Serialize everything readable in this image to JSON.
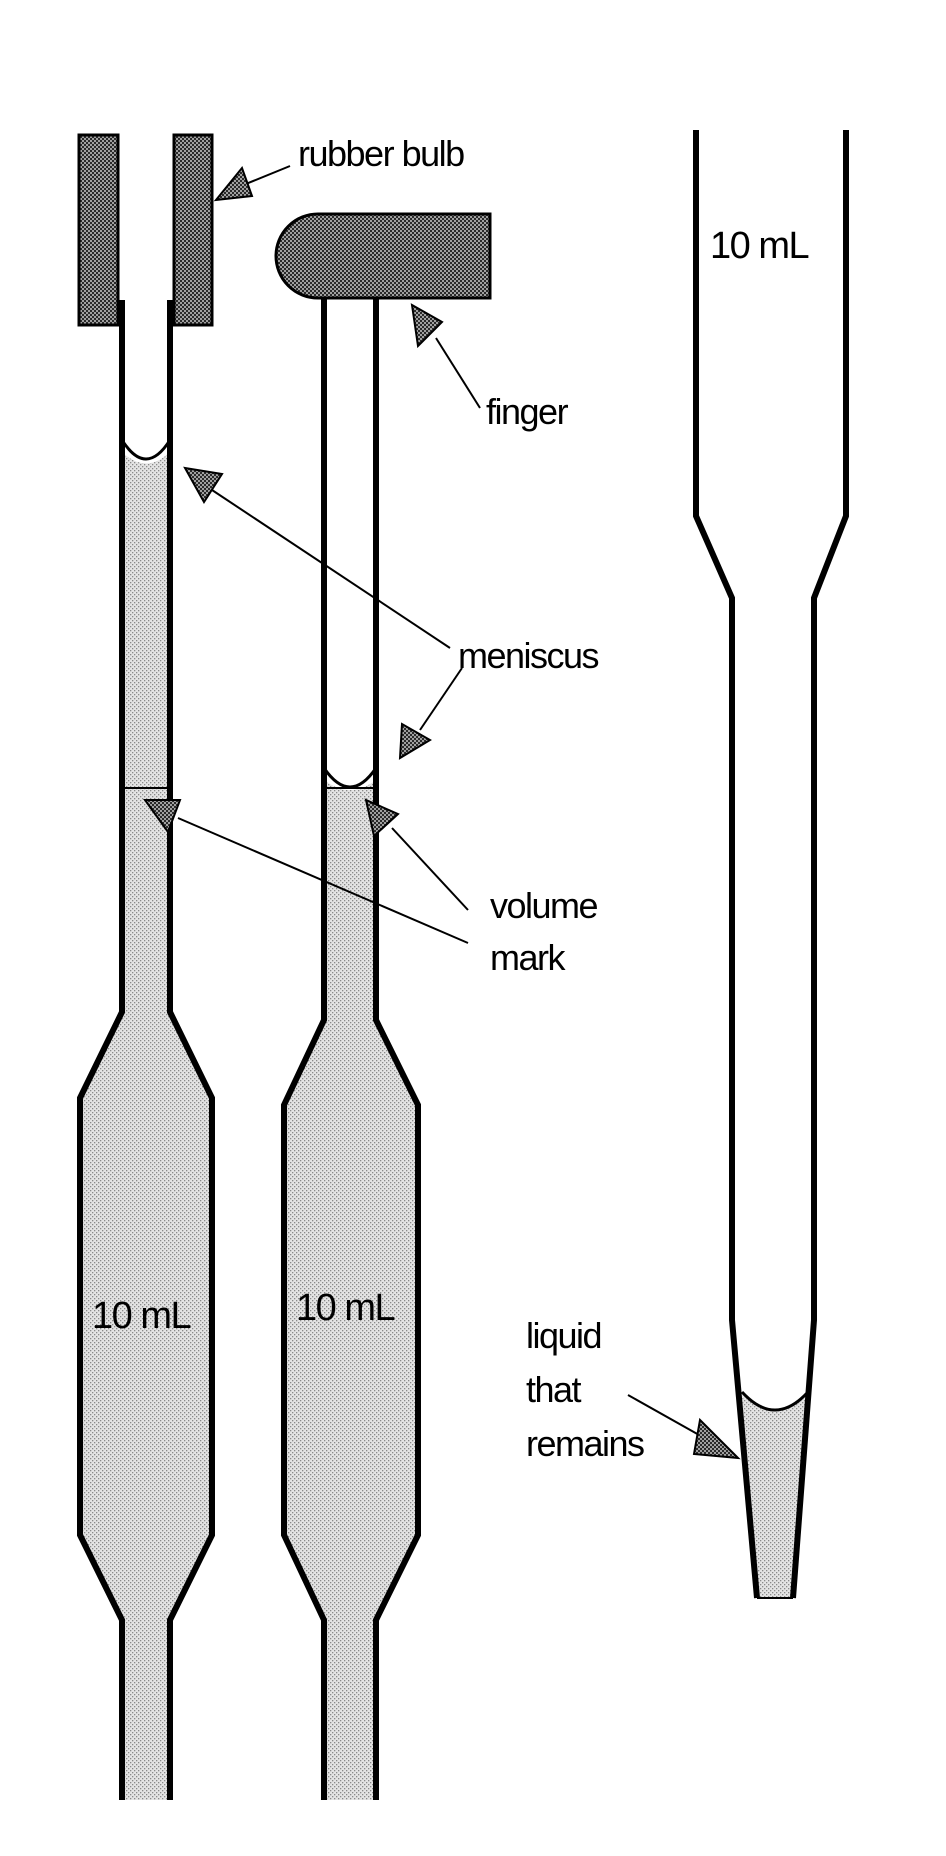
{
  "labels": {
    "rubber_bulb": "rubber bulb",
    "finger": "finger",
    "meniscus": "meniscus",
    "volume_line1": "volume",
    "volume_line2": "mark",
    "volume_left": "10 mL",
    "volume_middle": "10 mL",
    "volume_right": "10 mL",
    "liquid_line1": "liquid",
    "liquid_line2": "that",
    "liquid_line3": "remains"
  },
  "colors": {
    "outline": "#000000",
    "liquid": "#e2e2e2",
    "stipple": "#8a8a8a",
    "bulb_fill": "#9a9a9a",
    "background": "#ffffff"
  }
}
